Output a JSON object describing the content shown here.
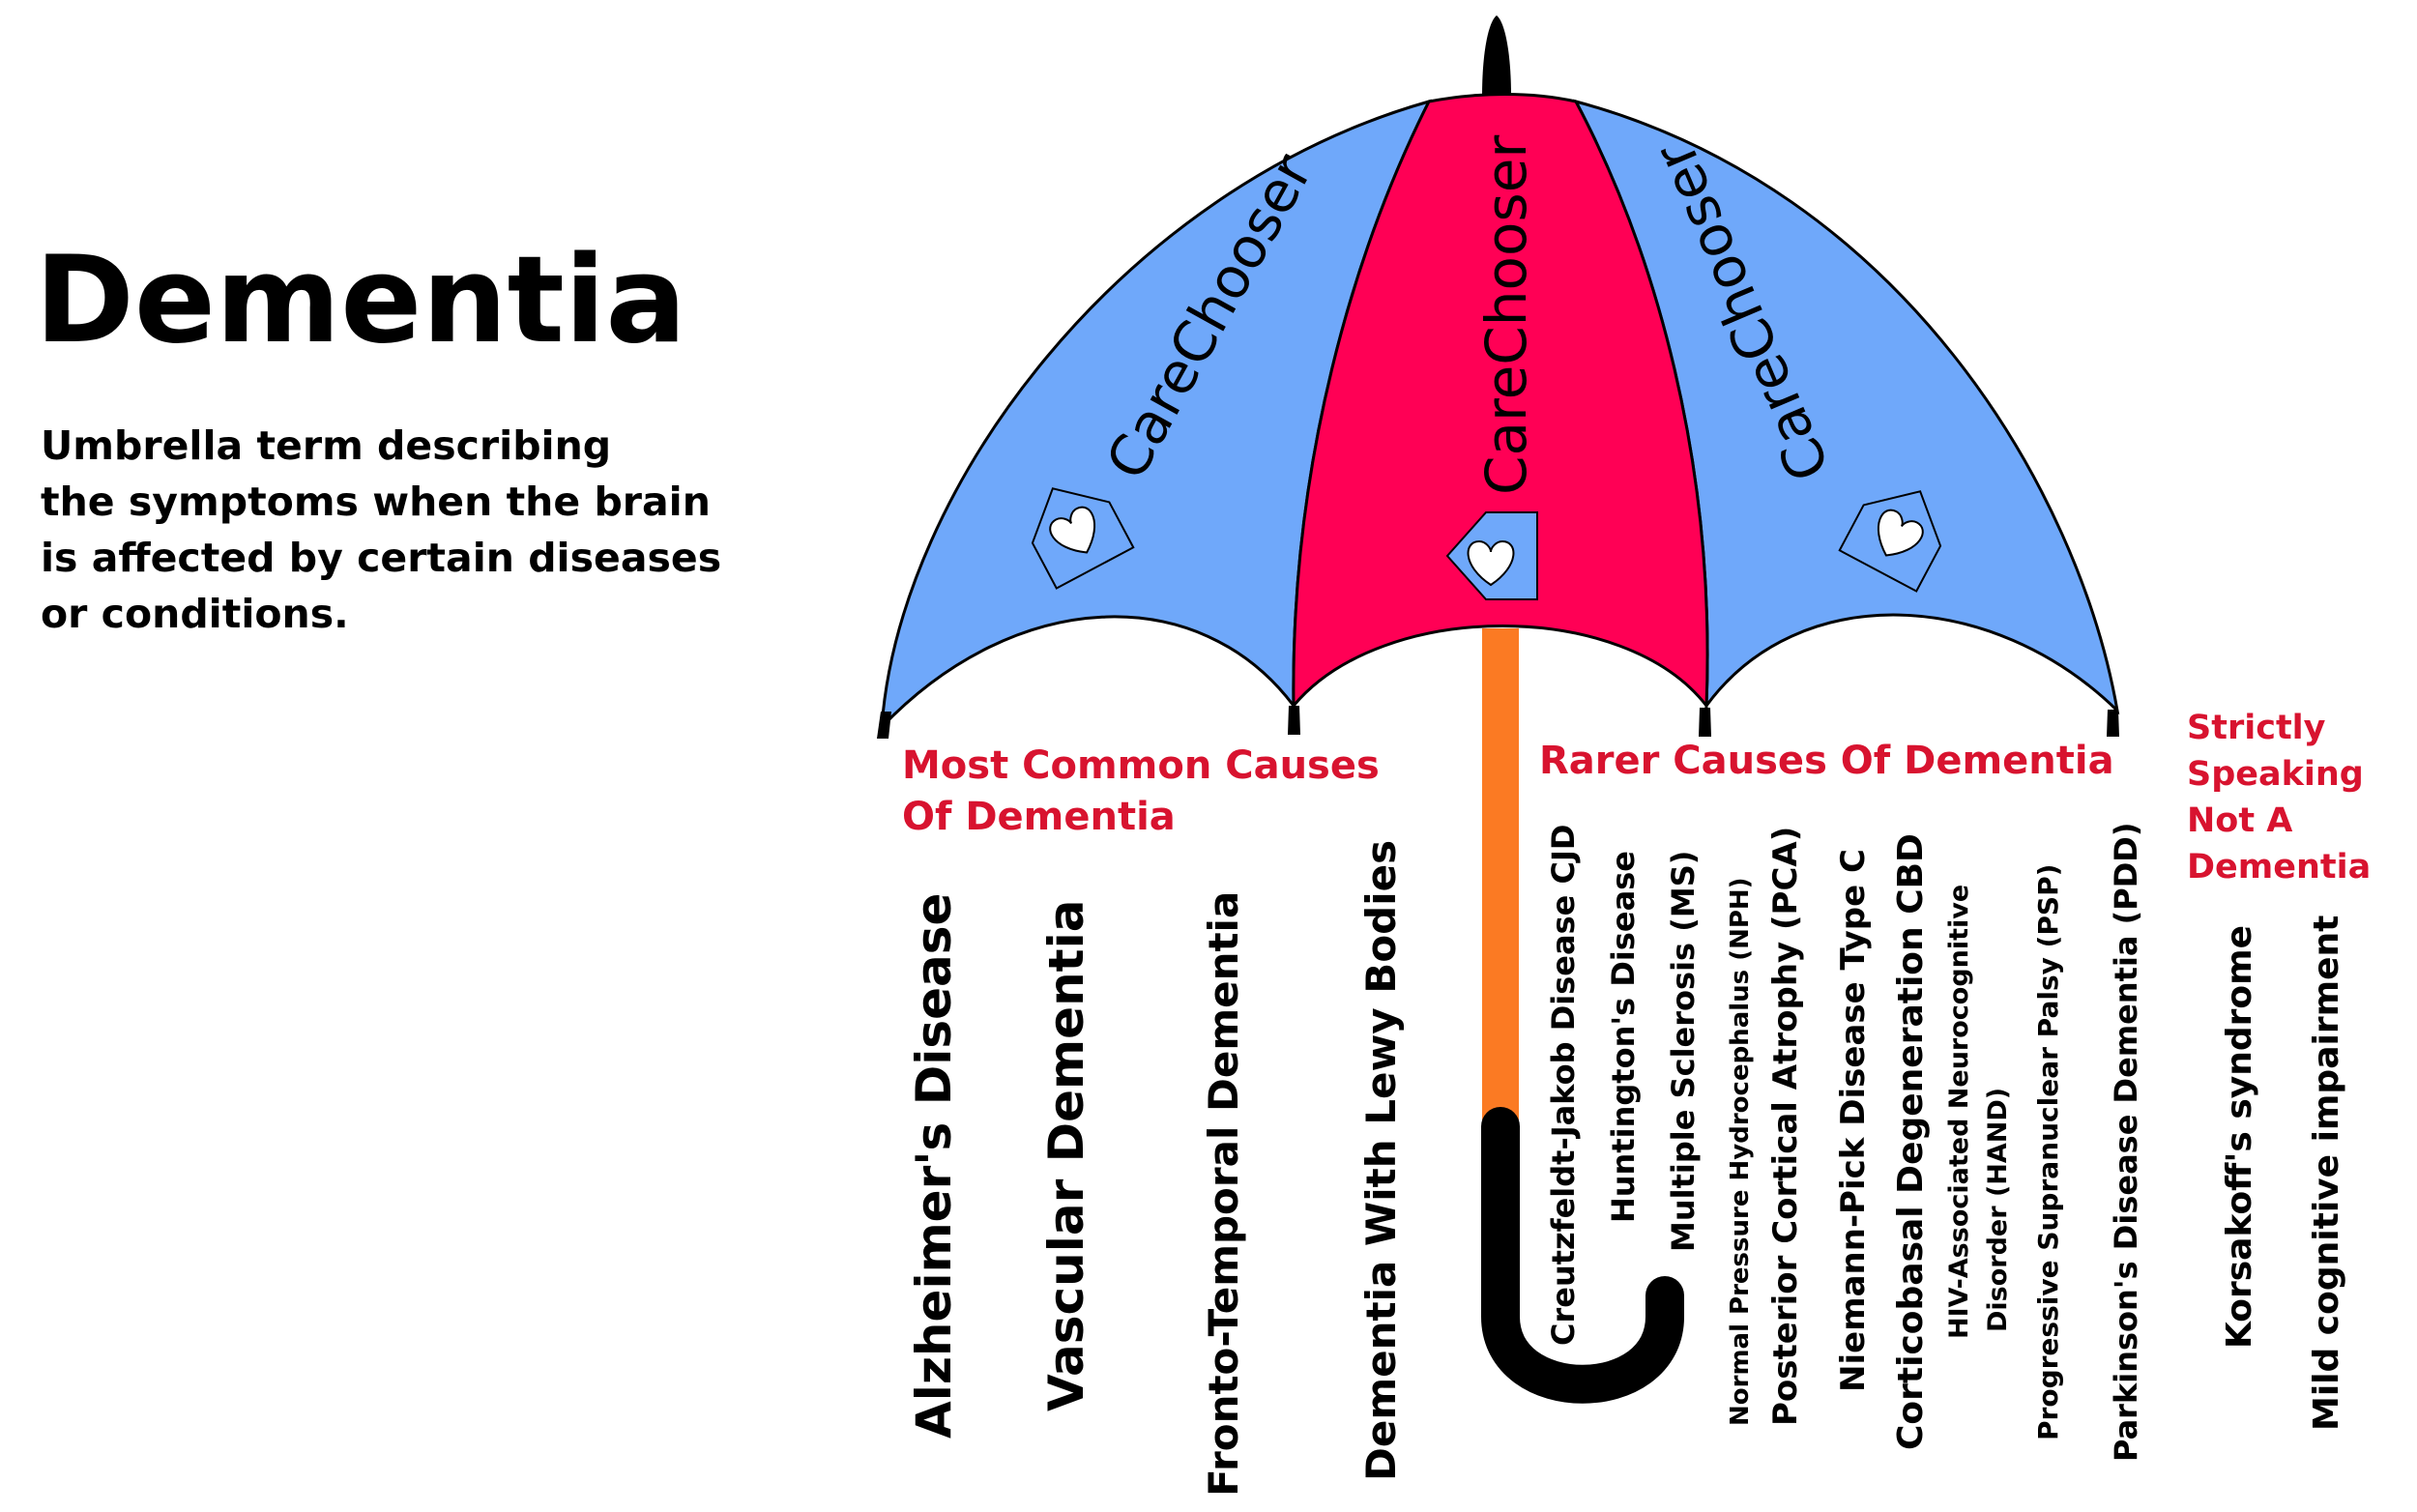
{
  "title": "Dementia",
  "description": [
    "Umbrella term describing",
    "the symptoms when the brain",
    "is affected by certain diseases",
    "or conditions."
  ],
  "brand": "CareChooser",
  "colors": {
    "canopy_blue": "#6fa8fa",
    "canopy_red": "#ff0055",
    "shaft": "#fb7a23",
    "handle": "#000000",
    "heading": "#d8132f"
  },
  "groups": {
    "most_common": {
      "heading": [
        "Most Common Causes",
        "Of Dementia"
      ],
      "items": [
        [
          "Alzheimer's Disease"
        ],
        [
          "Vascular Dementia"
        ],
        [
          "Fronto-Temporal Dementia"
        ],
        [
          "Dementia With Lewy Bodies"
        ]
      ]
    },
    "rarer": {
      "heading": [
        "Rarer Causes Of Dementia"
      ],
      "items": [
        [
          "Creutzfeldt-Jakob Disease CJD"
        ],
        [
          "Huntington's Disease"
        ],
        [
          "Multiple Sclerosis (MS)"
        ],
        [
          "Normal Pressure Hydrocephalus (NPH)"
        ],
        [
          "Posterior Cortical Atrophy (PCA)"
        ],
        [
          "Niemann-Pick Disease Type C"
        ],
        [
          "Corticobasal Degeneration CBD"
        ],
        [
          "HIV-Associated Neurocognitive",
          "Disorder (HAND)"
        ],
        [
          "Progressive Supranuclear Palsy (PSP)"
        ],
        [
          "Parkinson's Disease Dementia (PDD)"
        ]
      ]
    },
    "not_dementia": {
      "heading": [
        "Strictly",
        "Speaking",
        "Not A",
        "Dementia"
      ],
      "items": [
        [
          "Korsakoff's syndrome"
        ],
        [
          "Mild cognitive impairment"
        ]
      ]
    }
  }
}
